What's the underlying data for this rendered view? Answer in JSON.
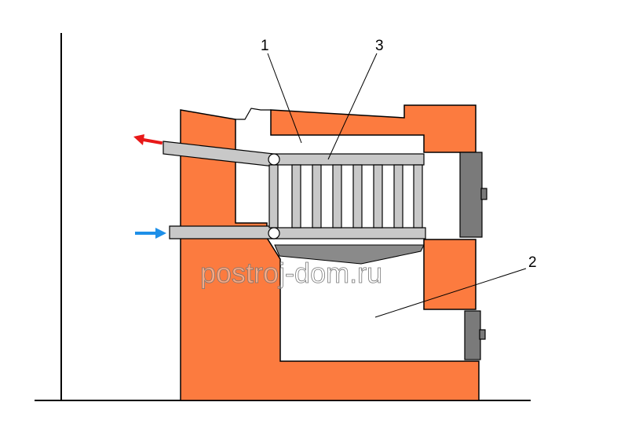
{
  "labels": {
    "callout_1": "1",
    "callout_2": "2",
    "callout_3": "3"
  },
  "watermark": "postroj-dom.ru",
  "colors": {
    "brick": "#FC7B3F",
    "pipe": "#C8C8C8",
    "door": "#7A7A7A",
    "hot_arrow": "#E81818",
    "cold_arrow": "#1E8FE8",
    "outline": "#000000"
  },
  "icons": {
    "hot_arrow": "arrow-left-icon",
    "cold_arrow": "arrow-right-icon"
  }
}
